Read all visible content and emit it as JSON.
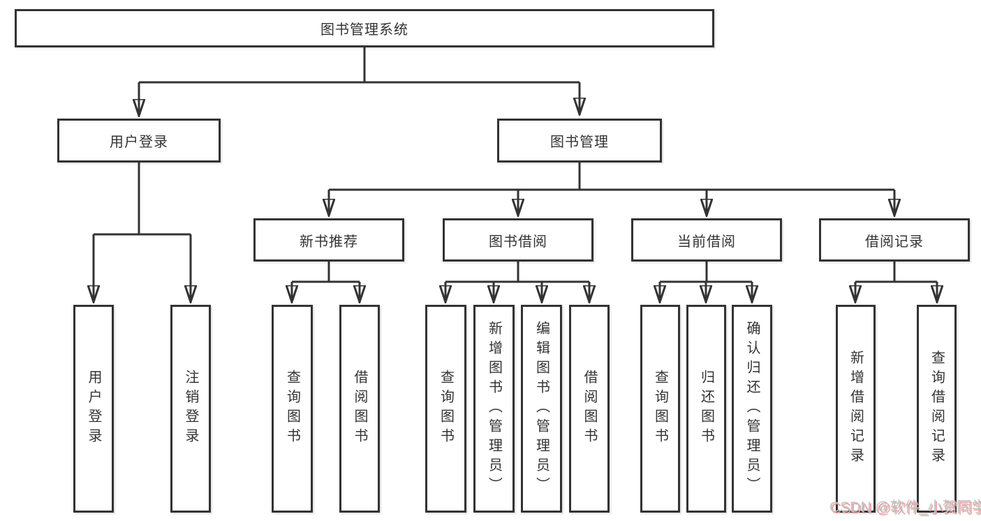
{
  "tree": {
    "root": {
      "label": "图书管理系统",
      "children": [
        {
          "label": "用户登录",
          "children": [
            {
              "label": "用户登录"
            },
            {
              "label": "注销登录"
            }
          ]
        },
        {
          "label": "图书管理",
          "children": [
            {
              "label": "新书推荐",
              "children": [
                {
                  "label": "查询图书"
                },
                {
                  "label": "借阅图书"
                }
              ]
            },
            {
              "label": "图书借阅",
              "children": [
                {
                  "label": "查询图书"
                },
                {
                  "label": "新增图书（管理员）"
                },
                {
                  "label": "编辑图书（管理员）"
                },
                {
                  "label": "借阅图书"
                }
              ]
            },
            {
              "label": "当前借阅",
              "children": [
                {
                  "label": "查询图书"
                },
                {
                  "label": "归还图书"
                },
                {
                  "label": "确认归还（管理员）"
                }
              ]
            },
            {
              "label": "借阅记录",
              "children": [
                {
                  "label": "新增借阅记录"
                },
                {
                  "label": "查询借阅记录"
                }
              ]
            }
          ]
        }
      ]
    }
  },
  "watermark": {
    "text": "CSDN @软件_小贺同学"
  },
  "colors": {
    "line": "#333333",
    "box_fill": "#ffffff",
    "text": "#333333",
    "watermark_text": "#c6c0c0",
    "watermark_shadow": "#e79f9f"
  }
}
